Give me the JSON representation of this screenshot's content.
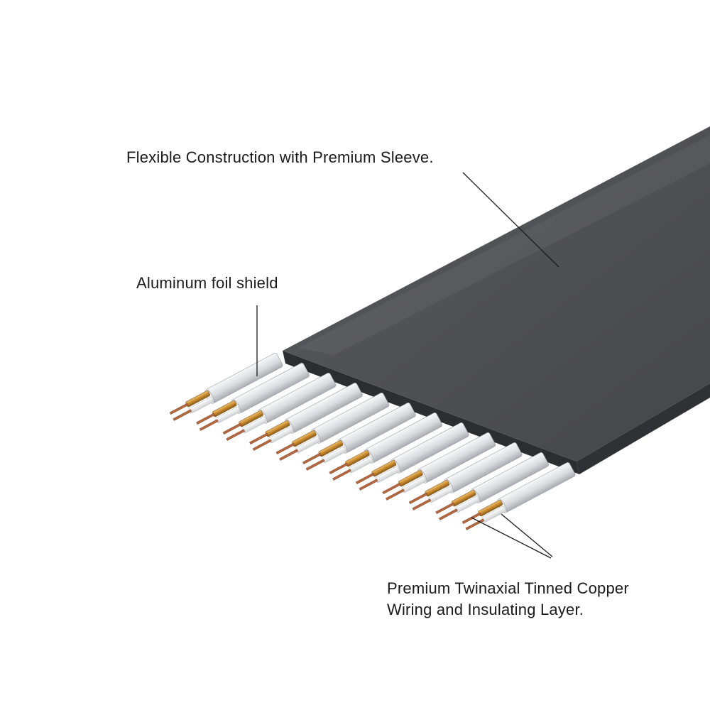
{
  "annotations": {
    "sleeve": "Flexible Construction with Premium Sleeve.",
    "foil": "Aluminum foil shield",
    "copper_line1": "Premium Twinaxial Tinned Copper",
    "copper_line2": "Wiring and Insulating Layer."
  },
  "cable": {
    "conductor_pairs": 12,
    "colors": {
      "sleeve": "#4d4e52",
      "sleeve_edge": "#2b2c2f",
      "foil": "#dfe1e4",
      "insulation_gold": "#c98b2e",
      "copper": "#b4683f",
      "inner_insulation": "#f2f2f2"
    }
  }
}
